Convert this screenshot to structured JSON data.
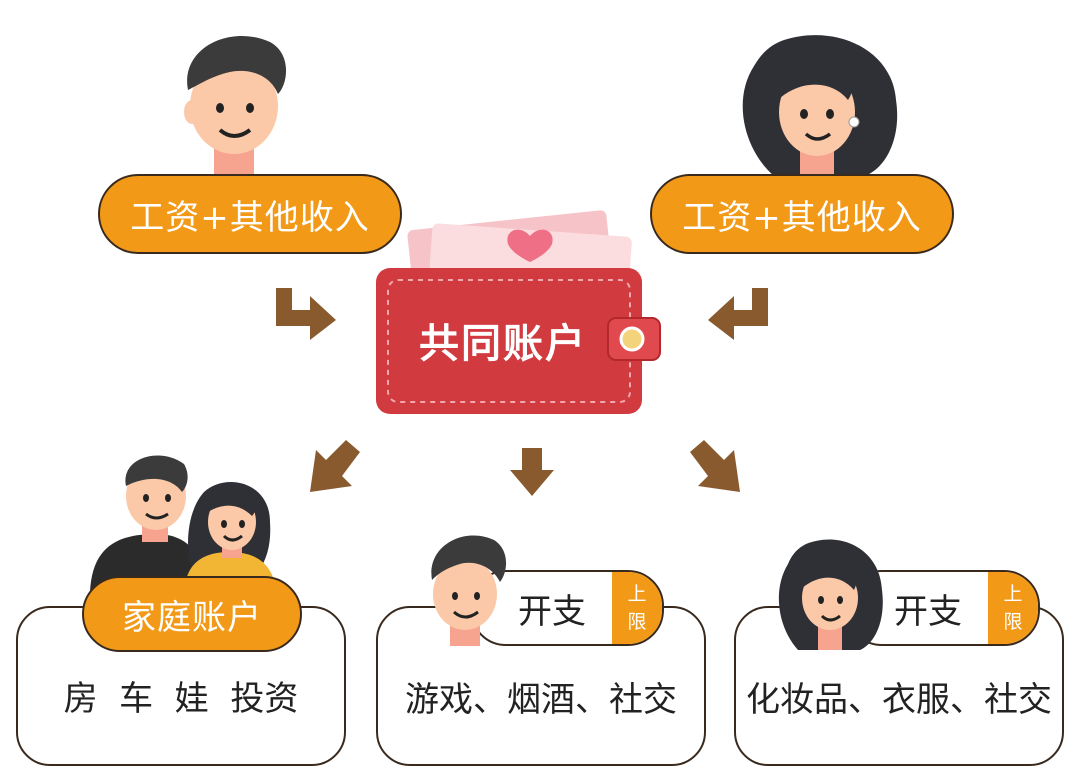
{
  "top": {
    "left_income": "工资+其他收入",
    "right_income": "工资+其他收入"
  },
  "center": {
    "label": "共同账户"
  },
  "bottom": {
    "family": {
      "title": "家庭账户",
      "content": "房  车  娃  投资"
    },
    "man": {
      "label": "开支",
      "limit_top": "上",
      "limit_bottom": "限",
      "content": "游戏、烟酒、社交"
    },
    "woman": {
      "label": "开支",
      "limit_top": "上",
      "limit_bottom": "限",
      "content": "化妆品、衣服、社交"
    }
  },
  "colors": {
    "orange": "#f29a17",
    "red": "#d13a3f",
    "brown": "#8a5a2f",
    "outline": "#3a2a1e"
  }
}
